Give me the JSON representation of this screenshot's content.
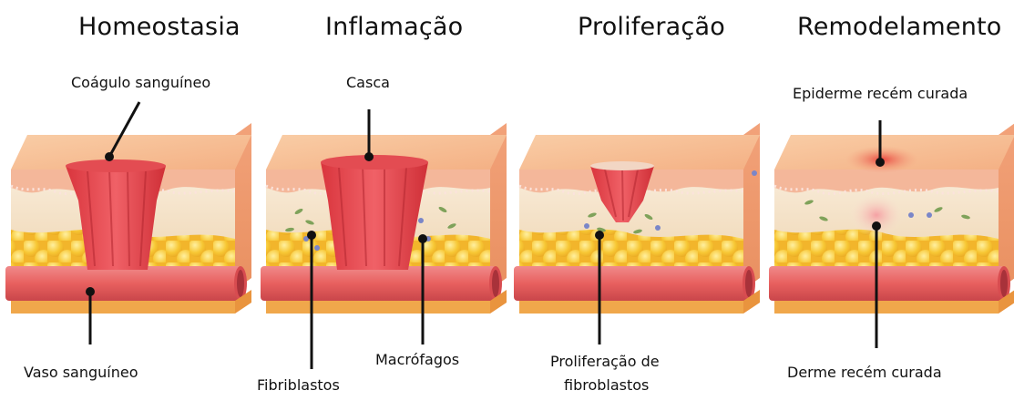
{
  "stages": [
    {
      "title": "Homeostasia",
      "labels": [
        "Coágulo sanguíneo",
        "Vaso sanguíneo"
      ]
    },
    {
      "title": "Inflamação",
      "labels": [
        "Casca",
        "Fibriblastos",
        "Macrófagos"
      ]
    },
    {
      "title": "Proliferação",
      "labels": [
        "Proliferação de",
        "fibroblastos"
      ]
    },
    {
      "title": "Remodelamento",
      "labels": [
        "Epiderme recém curada",
        "Derme recém curada"
      ]
    }
  ],
  "colors": {
    "skin_top": "#f6b98f",
    "skin_side": "#f3a77b",
    "dermis": "#f6e4cc",
    "fat": "#f6c636",
    "clot": "#e4454c",
    "vessel": "#e9686b",
    "line": "#111111"
  }
}
